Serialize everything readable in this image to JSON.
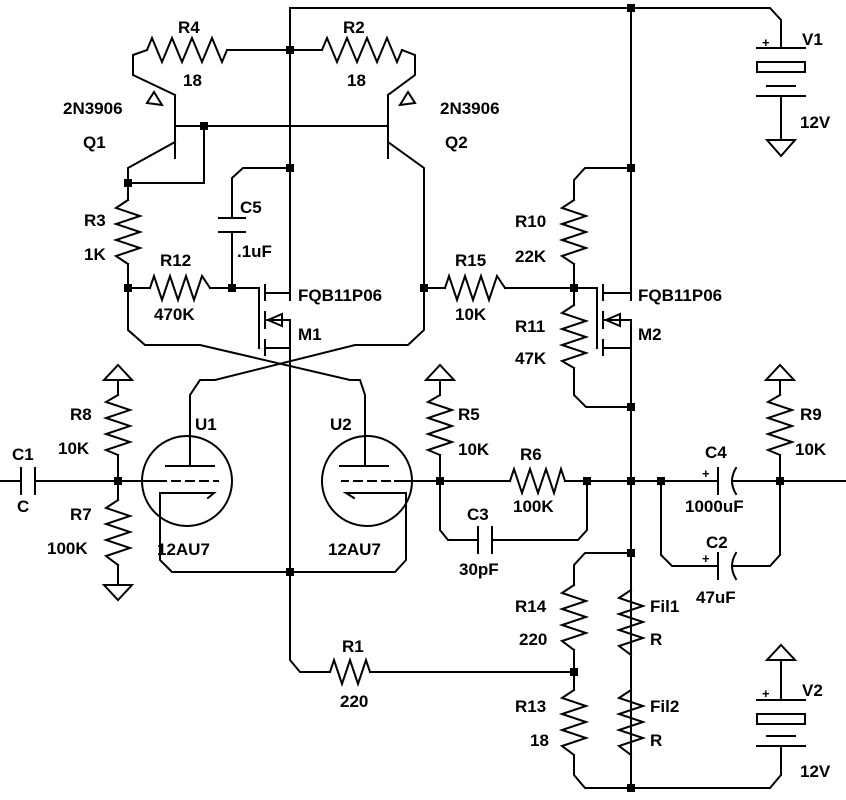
{
  "components": {
    "R1": {
      "name": "R1",
      "value": "220"
    },
    "R2": {
      "name": "R2",
      "value": "18"
    },
    "R3": {
      "name": "R3",
      "value": "1K"
    },
    "R4": {
      "name": "R4",
      "value": "18"
    },
    "R5": {
      "name": "R5",
      "value": "10K"
    },
    "R6": {
      "name": "R6",
      "value": "100K"
    },
    "R7": {
      "name": "R7",
      "value": "100K"
    },
    "R8": {
      "name": "R8",
      "value": "10K"
    },
    "R9": {
      "name": "R9",
      "value": "10K"
    },
    "R10": {
      "name": "R10",
      "value": "22K"
    },
    "R11": {
      "name": "R11",
      "value": "47K"
    },
    "R12": {
      "name": "R12",
      "value": "470K"
    },
    "R13": {
      "name": "R13",
      "value": "18"
    },
    "R14": {
      "name": "R14",
      "value": "220"
    },
    "R15": {
      "name": "R15",
      "value": "10K"
    },
    "Fil1": {
      "name": "Fil1",
      "value": "R"
    },
    "Fil2": {
      "name": "Fil2",
      "value": "R"
    },
    "C1": {
      "name": "C1",
      "value": "C"
    },
    "C2": {
      "name": "C2",
      "value": "47uF"
    },
    "C3": {
      "name": "C3",
      "value": "30pF"
    },
    "C4": {
      "name": "C4",
      "value": "1000uF"
    },
    "C5": {
      "name": "C5",
      "value": ".1uF"
    },
    "Q1": {
      "name": "Q1",
      "value": "2N3906"
    },
    "Q2": {
      "name": "Q2",
      "value": "2N3906"
    },
    "M1": {
      "name": "M1",
      "value": "FQB11P06"
    },
    "M2": {
      "name": "M2",
      "value": "FQB11P06"
    },
    "U1": {
      "name": "U1",
      "value": "12AU7"
    },
    "U2": {
      "name": "U2",
      "value": "12AU7"
    },
    "V1": {
      "name": "V1",
      "value": "12V"
    },
    "V2": {
      "name": "V2",
      "value": "12V"
    }
  },
  "polarity_mark": "+"
}
